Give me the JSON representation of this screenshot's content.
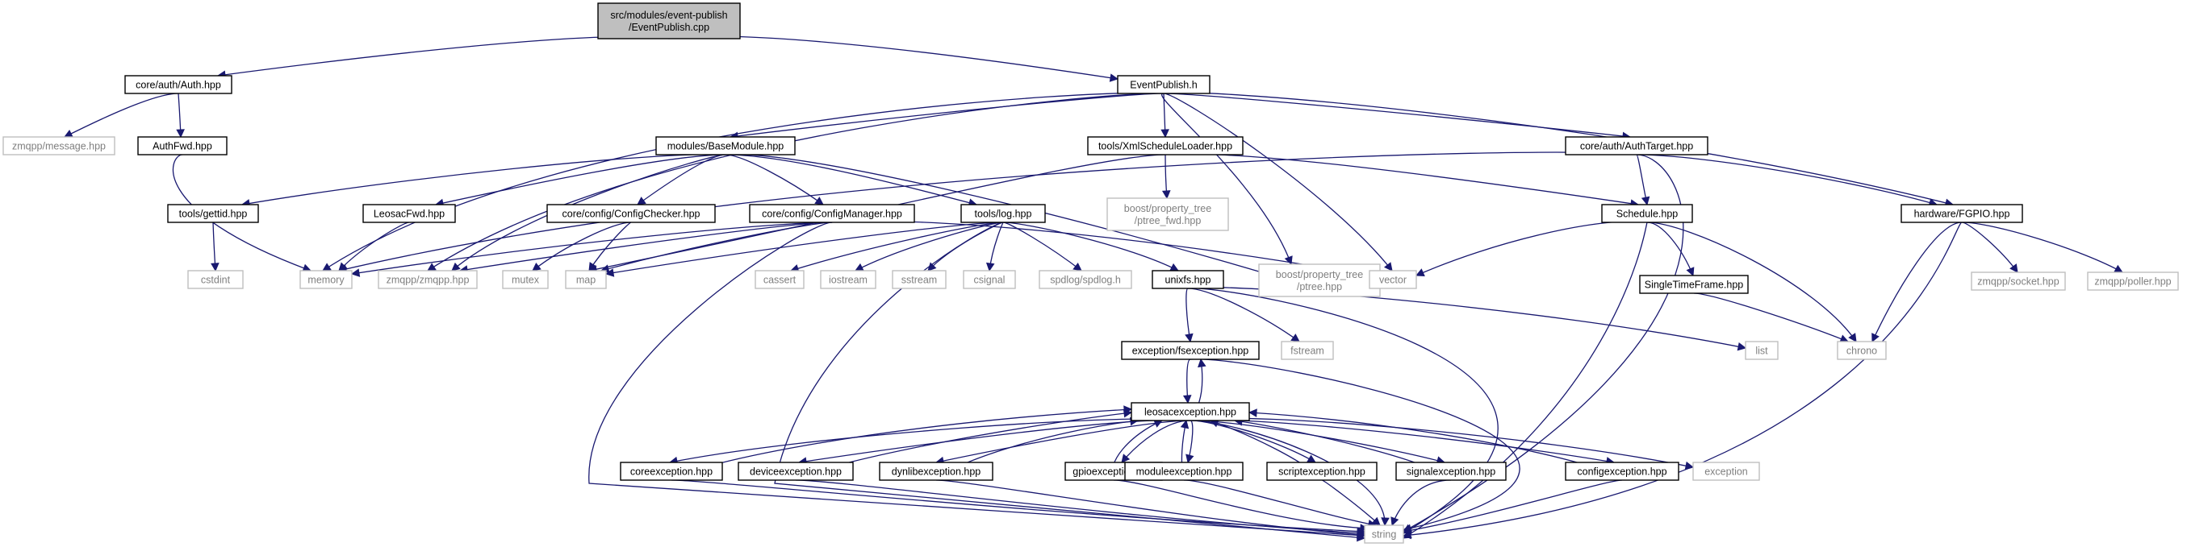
{
  "graph": {
    "style": {
      "edge_color": "#191970",
      "root_fill": "#bfbfbf",
      "project_fill": "#ffffff",
      "project_border": "#000000",
      "system_fill": "#ffffff",
      "system_border": "#bfbfbf",
      "system_text": "#7f7f7f",
      "text_color": "#000000"
    },
    "nodes": [
      {
        "id": "root",
        "lines": [
          "src/modules/event-publish",
          "/EventPublish.cpp"
        ],
        "kind": "root"
      },
      {
        "id": "auth",
        "lines": [
          "core/auth/Auth.hpp"
        ],
        "kind": "project"
      },
      {
        "id": "eph",
        "lines": [
          "EventPublish.h"
        ],
        "kind": "project"
      },
      {
        "id": "msg",
        "lines": [
          "zmqpp/message.hpp"
        ],
        "kind": "system"
      },
      {
        "id": "authfwd",
        "lines": [
          "AuthFwd.hpp"
        ],
        "kind": "project"
      },
      {
        "id": "basemod",
        "lines": [
          "modules/BaseModule.hpp"
        ],
        "kind": "project"
      },
      {
        "id": "xmlsched",
        "lines": [
          "tools/XmlScheduleLoader.hpp"
        ],
        "kind": "project"
      },
      {
        "id": "authtarget",
        "lines": [
          "core/auth/AuthTarget.hpp"
        ],
        "kind": "project"
      },
      {
        "id": "ptreefwd",
        "lines": [
          "boost/property_tree",
          "/ptree_fwd.hpp"
        ],
        "kind": "system"
      },
      {
        "id": "gettid",
        "lines": [
          "tools/gettid.hpp"
        ],
        "kind": "project"
      },
      {
        "id": "leosacfwd",
        "lines": [
          "LeosacFwd.hpp"
        ],
        "kind": "project"
      },
      {
        "id": "cfgchecker",
        "lines": [
          "core/config/ConfigChecker.hpp"
        ],
        "kind": "project"
      },
      {
        "id": "cfgmgr",
        "lines": [
          "core/config/ConfigManager.hpp"
        ],
        "kind": "project"
      },
      {
        "id": "log",
        "lines": [
          "tools/log.hpp"
        ],
        "kind": "project"
      },
      {
        "id": "schedule",
        "lines": [
          "Schedule.hpp"
        ],
        "kind": "project"
      },
      {
        "id": "fgpio",
        "lines": [
          "hardware/FGPIO.hpp"
        ],
        "kind": "project"
      },
      {
        "id": "cstdint",
        "lines": [
          "cstdint"
        ],
        "kind": "system"
      },
      {
        "id": "memory",
        "lines": [
          "memory"
        ],
        "kind": "system"
      },
      {
        "id": "zmqpp",
        "lines": [
          "zmqpp/zmqpp.hpp"
        ],
        "kind": "system"
      },
      {
        "id": "mutex",
        "lines": [
          "mutex"
        ],
        "kind": "system"
      },
      {
        "id": "map",
        "lines": [
          "map"
        ],
        "kind": "system"
      },
      {
        "id": "cassert",
        "lines": [
          "cassert"
        ],
        "kind": "system"
      },
      {
        "id": "iostream",
        "lines": [
          "iostream"
        ],
        "kind": "system"
      },
      {
        "id": "sstream",
        "lines": [
          "sstream"
        ],
        "kind": "system"
      },
      {
        "id": "csignal",
        "lines": [
          "csignal"
        ],
        "kind": "system"
      },
      {
        "id": "spdlog",
        "lines": [
          "spdlog/spdlog.h"
        ],
        "kind": "system"
      },
      {
        "id": "unixfs",
        "lines": [
          "unixfs.hpp"
        ],
        "kind": "project"
      },
      {
        "id": "ptree",
        "lines": [
          "boost/property_tree",
          "/ptree.hpp"
        ],
        "kind": "system"
      },
      {
        "id": "vector",
        "lines": [
          "vector"
        ],
        "kind": "system"
      },
      {
        "id": "singletf",
        "lines": [
          "SingleTimeFrame.hpp"
        ],
        "kind": "project"
      },
      {
        "id": "socket",
        "lines": [
          "zmqpp/socket.hpp"
        ],
        "kind": "system"
      },
      {
        "id": "poller",
        "lines": [
          "zmqpp/poller.hpp"
        ],
        "kind": "system"
      },
      {
        "id": "chrono",
        "lines": [
          "chrono"
        ],
        "kind": "system"
      },
      {
        "id": "list",
        "lines": [
          "list"
        ],
        "kind": "system"
      },
      {
        "id": "fstream",
        "lines": [
          "fstream"
        ],
        "kind": "system"
      },
      {
        "id": "fsexc",
        "lines": [
          "exception/fsexception.hpp"
        ],
        "kind": "project"
      },
      {
        "id": "leosacexc",
        "lines": [
          "leosacexception.hpp"
        ],
        "kind": "project"
      },
      {
        "id": "coreexc",
        "lines": [
          "coreexception.hpp"
        ],
        "kind": "project"
      },
      {
        "id": "deviceexc",
        "lines": [
          "deviceexception.hpp"
        ],
        "kind": "project"
      },
      {
        "id": "dynlibexc",
        "lines": [
          "dynlibexception.hpp"
        ],
        "kind": "project"
      },
      {
        "id": "gpioexc",
        "lines": [
          "gpioexception.hpp"
        ],
        "kind": "project"
      },
      {
        "id": "moduleexc",
        "lines": [
          "moduleexception.hpp"
        ],
        "kind": "project"
      },
      {
        "id": "scriptexc",
        "lines": [
          "scriptexception.hpp"
        ],
        "kind": "project"
      },
      {
        "id": "signalexc",
        "lines": [
          "signalexception.hpp"
        ],
        "kind": "project"
      },
      {
        "id": "configexc",
        "lines": [
          "configexception.hpp"
        ],
        "kind": "project"
      },
      {
        "id": "exception",
        "lines": [
          "exception"
        ],
        "kind": "system"
      },
      {
        "id": "string",
        "lines": [
          "string"
        ],
        "kind": "system"
      }
    ]
  }
}
